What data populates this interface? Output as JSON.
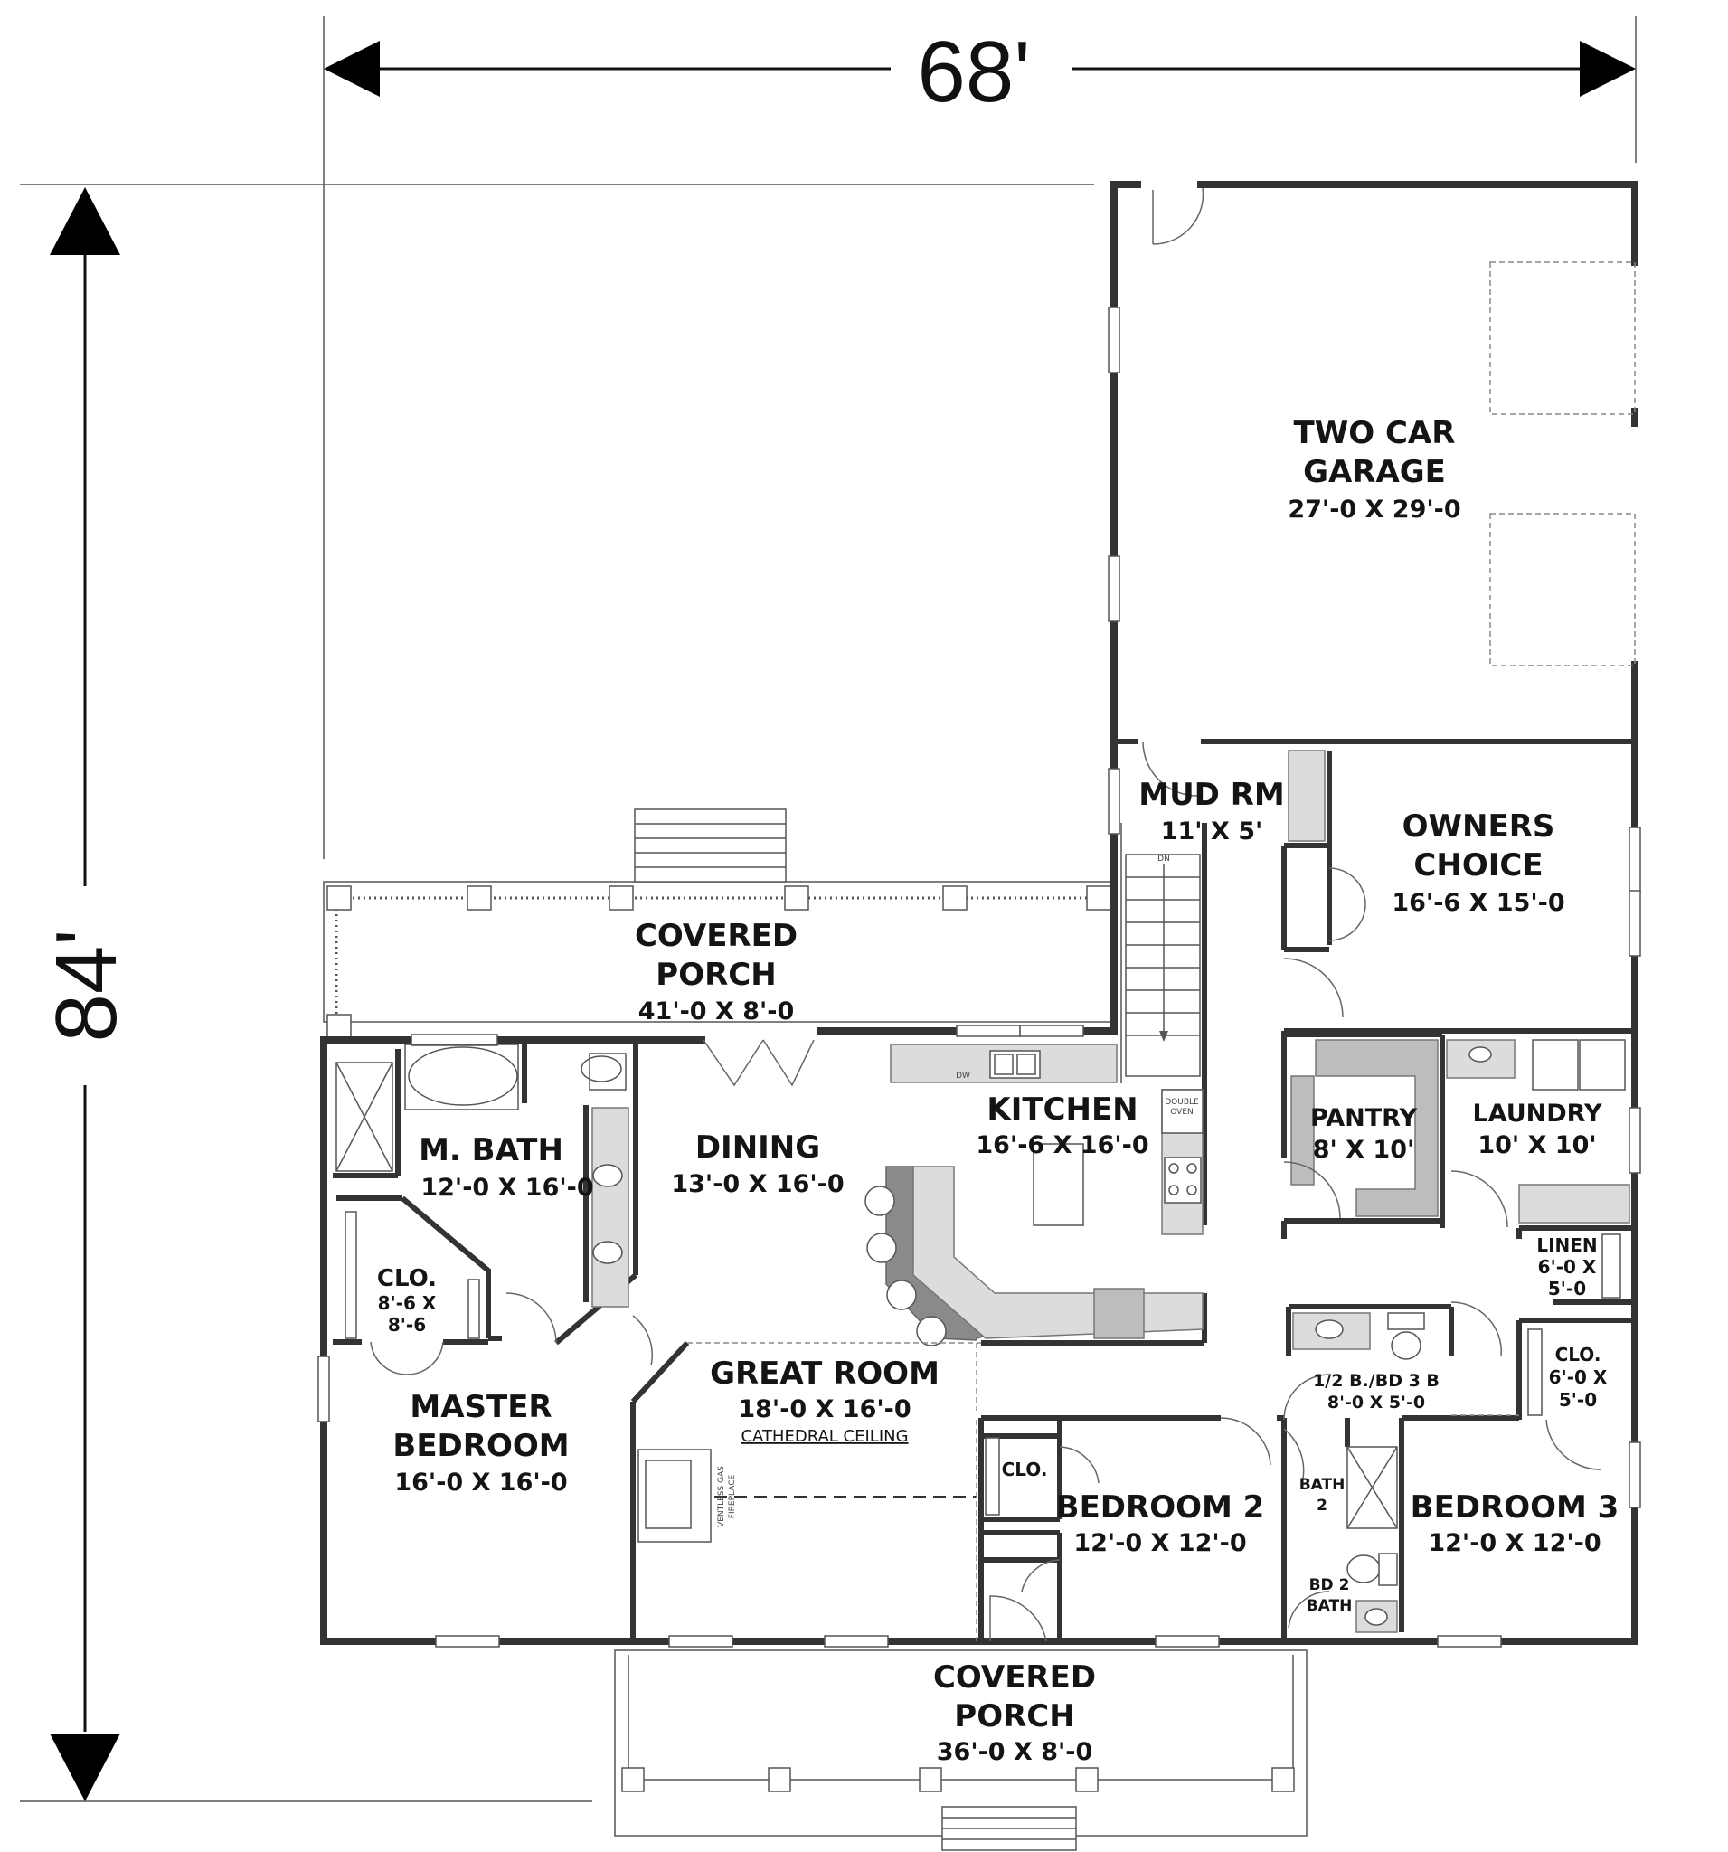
{
  "dimensions": {
    "width": "68'",
    "depth": "84'"
  },
  "rooms": {
    "garage": {
      "name_line1": "TWO CAR",
      "name_line2": "GARAGE",
      "size": "27'-0 X 29'-0"
    },
    "mud": {
      "name": "MUD RM",
      "size": "11' X 5'",
      "stair_label": "DN"
    },
    "owners": {
      "name_line1": "OWNERS",
      "name_line2": "CHOICE",
      "size": "16'-6 X 15'-0"
    },
    "rear_porch": {
      "name_line1": "COVERED",
      "name_line2": "PORCH",
      "size": "41'-0 X 8'-0"
    },
    "kitchen": {
      "name": "KITCHEN",
      "size": "16'-6 X 16'-0",
      "oven_line1": "DOUBLE",
      "oven_line2": "OVEN",
      "dw": "DW"
    },
    "dining": {
      "name": "DINING",
      "size": "13'-0 X 16'-0"
    },
    "mbath": {
      "name": "M. BATH",
      "size": "12'-0 X 16'-0"
    },
    "mclo": {
      "name": "CLO.",
      "size_line1": "8'-6 X",
      "size_line2": "8'-6"
    },
    "pantry": {
      "name": "PANTRY",
      "size": "8' X 10'"
    },
    "laundry": {
      "name": "LAUNDRY",
      "size": "10' X 10'"
    },
    "linen": {
      "name": "LINEN",
      "size_line1": "6'-0 X",
      "size_line2": "5'-0"
    },
    "great": {
      "name": "GREAT ROOM",
      "size": "18'-0 X 16'-0",
      "note": "CATHEDRAL CEILING",
      "fireplace_line1": "VENTLESS GAS",
      "fireplace_line2": "FIREPLACE"
    },
    "master": {
      "name_line1": "MASTER",
      "name_line2": "BEDROOM",
      "size": "16'-0 X 16'-0"
    },
    "halfbath": {
      "name": "1/2 B./BD 3 B",
      "size": "8'-0 X 5'-0"
    },
    "clo3": {
      "name": "CLO.",
      "size_line1": "6'-0 X",
      "size_line2": "5'-0"
    },
    "clo2": {
      "name": "CLO."
    },
    "bed2": {
      "name": "BEDROOM 2",
      "size": "12'-0 X 12'-0"
    },
    "bath2": {
      "name_line1": "BATH",
      "name_line2": "2"
    },
    "bd2bath": {
      "name_line1": "BD 2",
      "name_line2": "BATH"
    },
    "bed3": {
      "name": "BEDROOM 3",
      "size": "12'-0 X 12'-0"
    },
    "front_porch": {
      "name_line1": "COVERED",
      "name_line2": "PORCH",
      "size": "36'-0 X 8'-0"
    }
  },
  "colors": {
    "wall": "#333333",
    "counter": "#dcdcdc",
    "pantry_shelf": "#bdbdbd"
  }
}
